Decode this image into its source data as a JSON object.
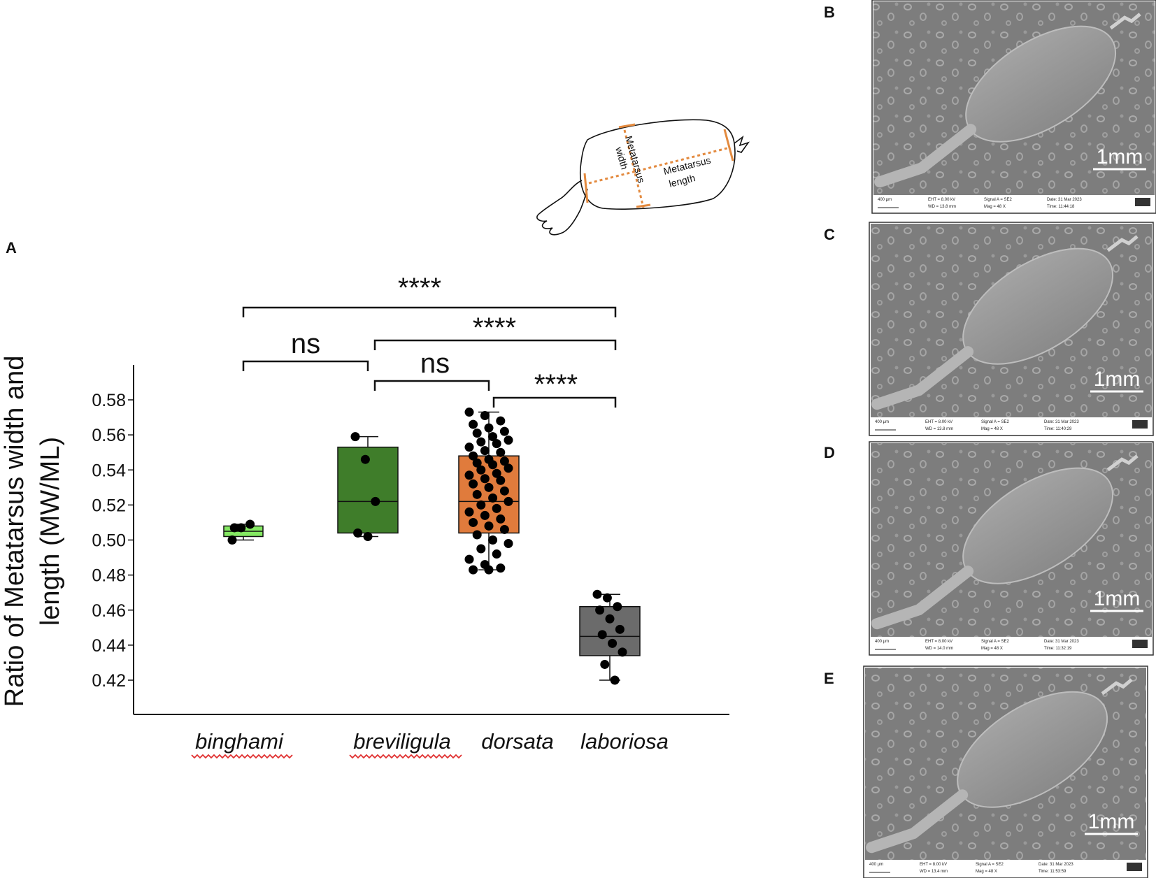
{
  "panel_labels": {
    "a": "A",
    "b": "B",
    "c": "C",
    "d": "D",
    "e": "E"
  },
  "colors": {
    "binghami": "#84e862",
    "breviligula": "#3f7d2a",
    "dorsata": "#e07b3c",
    "laboriosa": "#6b6b6b",
    "squiggle": "#e03030",
    "measure_line": "#e38a3f"
  },
  "diagram": {
    "width_label_1": "Metatarsus",
    "width_label_2": "width",
    "length_label_1": "Metatarsus",
    "length_label_2": "length"
  },
  "chart_data": {
    "type": "box",
    "ylabel_line1": "Ratio of Metatarsus width and",
    "ylabel_line2": "length (MW/ML)",
    "xlabel": "",
    "ylim": [
      0.4,
      0.594
    ],
    "yticks": [
      "0.42",
      "0.44",
      "0.46",
      "0.48",
      "0.50",
      "0.52",
      "0.54",
      "0.56",
      "0.58"
    ],
    "categories": [
      "binghami",
      "breviligula",
      "dorsata",
      "laboriosa"
    ],
    "boxes": [
      {
        "name": "binghami",
        "min": 0.5,
        "q1": 0.502,
        "median": 0.505,
        "q3": 0.508,
        "max": 0.509,
        "points": [
          0.5,
          0.507,
          0.509,
          0.507
        ]
      },
      {
        "name": "breviligula",
        "min": 0.502,
        "q1": 0.504,
        "median": 0.522,
        "q3": 0.553,
        "max": 0.559,
        "points": [
          0.559,
          0.546,
          0.522,
          0.504,
          0.502
        ]
      },
      {
        "name": "dorsata",
        "min": 0.483,
        "q1": 0.504,
        "median": 0.522,
        "q3": 0.548,
        "max": 0.573,
        "points": [
          0.573,
          0.571,
          0.568,
          0.566,
          0.564,
          0.562,
          0.561,
          0.559,
          0.557,
          0.556,
          0.555,
          0.553,
          0.551,
          0.55,
          0.548,
          0.546,
          0.545,
          0.544,
          0.543,
          0.541,
          0.54,
          0.538,
          0.537,
          0.535,
          0.534,
          0.532,
          0.53,
          0.528,
          0.526,
          0.524,
          0.522,
          0.52,
          0.518,
          0.516,
          0.514,
          0.512,
          0.51,
          0.508,
          0.506,
          0.503,
          0.5,
          0.498,
          0.495,
          0.492,
          0.489,
          0.486,
          0.484,
          0.483,
          0.483
        ]
      },
      {
        "name": "laboriosa",
        "min": 0.42,
        "q1": 0.434,
        "median": 0.445,
        "q3": 0.462,
        "max": 0.469,
        "points": [
          0.469,
          0.467,
          0.462,
          0.46,
          0.455,
          0.449,
          0.446,
          0.441,
          0.436,
          0.429,
          0.42
        ]
      }
    ],
    "comparisons": [
      {
        "from": "binghami",
        "to": "laboriosa",
        "label": "****"
      },
      {
        "from": "binghami",
        "to": "breviligula",
        "label": "ns"
      },
      {
        "from": "breviligula",
        "to": "laboriosa",
        "label": "****"
      },
      {
        "from": "breviligula",
        "to": "dorsata",
        "label": "ns"
      },
      {
        "from": "dorsata",
        "to": "laboriosa",
        "label": "****"
      }
    ]
  },
  "micrographs": [
    {
      "panel": "B",
      "scale": "1mm",
      "info": [
        "400 µm",
        "EHT = 8.00 kV",
        "WD = 13.8 mm",
        "Signal A = SE2",
        "Mag = 48 X",
        "Date: 31 Mar 2023",
        "Time: 11:44:18"
      ]
    },
    {
      "panel": "C",
      "scale": "1mm",
      "info": [
        "400 µm",
        "EHT = 8.00 kV",
        "WD = 13.8 mm",
        "Signal A = SE2",
        "Mag = 48 X",
        "Date: 31 Mar 2023",
        "Time: 11:40:29"
      ]
    },
    {
      "panel": "D",
      "scale": "1mm",
      "info": [
        "400 µm",
        "EHT = 8.00 kV",
        "WD = 14.0 mm",
        "Signal A = SE2",
        "Mag = 48 X",
        "Date: 31 Mar 2023",
        "Time: 11:32:19"
      ]
    },
    {
      "panel": "E",
      "scale": "1mm",
      "info": [
        "400 µm",
        "EHT = 8.00 kV",
        "WD = 13.4 mm",
        "Signal A = SE2",
        "Mag = 48 X",
        "Date: 31 Mar 2023",
        "Time: 11:53:59"
      ]
    }
  ]
}
